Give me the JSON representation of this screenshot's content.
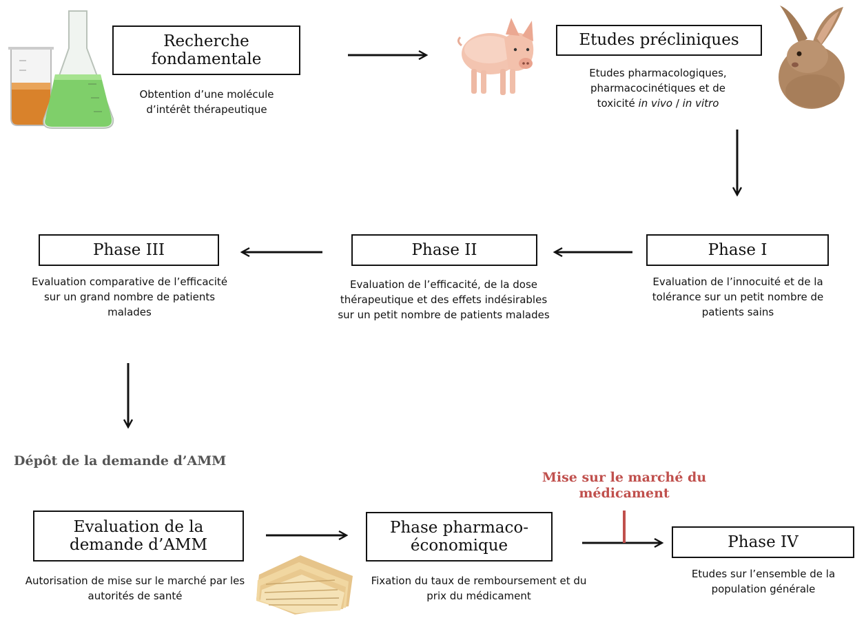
{
  "steps": {
    "recherche": {
      "label": "Recherche fondamentale",
      "desc": "Obtention d’une molécule d’intérêt thérapeutique"
    },
    "precliniques": {
      "label": "Etudes précliniques",
      "desc_pre": "Etudes pharmacologiques, pharmacocinétiques et de toxicité ",
      "desc_italic1": "in vivo",
      "desc_sep": " / ",
      "desc_italic2": "in vitro"
    },
    "phase1": {
      "label": "Phase I",
      "desc": "Evaluation de l’innocuité et de la tolérance sur un petit nombre de patients sains"
    },
    "phase2": {
      "label": "Phase II",
      "desc": "Evaluation de l’efficacité, de la dose thérapeutique et des effets indésirables sur un petit nombre de patients malades"
    },
    "phase3": {
      "label": "Phase III",
      "desc": "Evaluation comparative de l’efficacité sur un grand nombre de patients malades"
    },
    "evaluation_amm": {
      "label": "Evaluation de la demande d’AMM",
      "desc": "Autorisation de mise sur le marché par les autorités de santé"
    },
    "pharmaco_eco": {
      "label": "Phase pharmaco-économique",
      "desc": "Fixation du taux de remboursement et du prix du médicament"
    },
    "phase4": {
      "label": "Phase IV",
      "desc": "Etudes sur l’ensemble de la population générale"
    }
  },
  "depot_amm": "Dépôt de la demande d’AMM",
  "mise_sur_marche": "Mise sur le marché du médicament",
  "colors": {
    "accent": "#c0504d",
    "line": "#111111"
  },
  "icons": [
    "lab-flasks-icon",
    "pig-icon",
    "rabbit-icon",
    "folders-icon"
  ]
}
